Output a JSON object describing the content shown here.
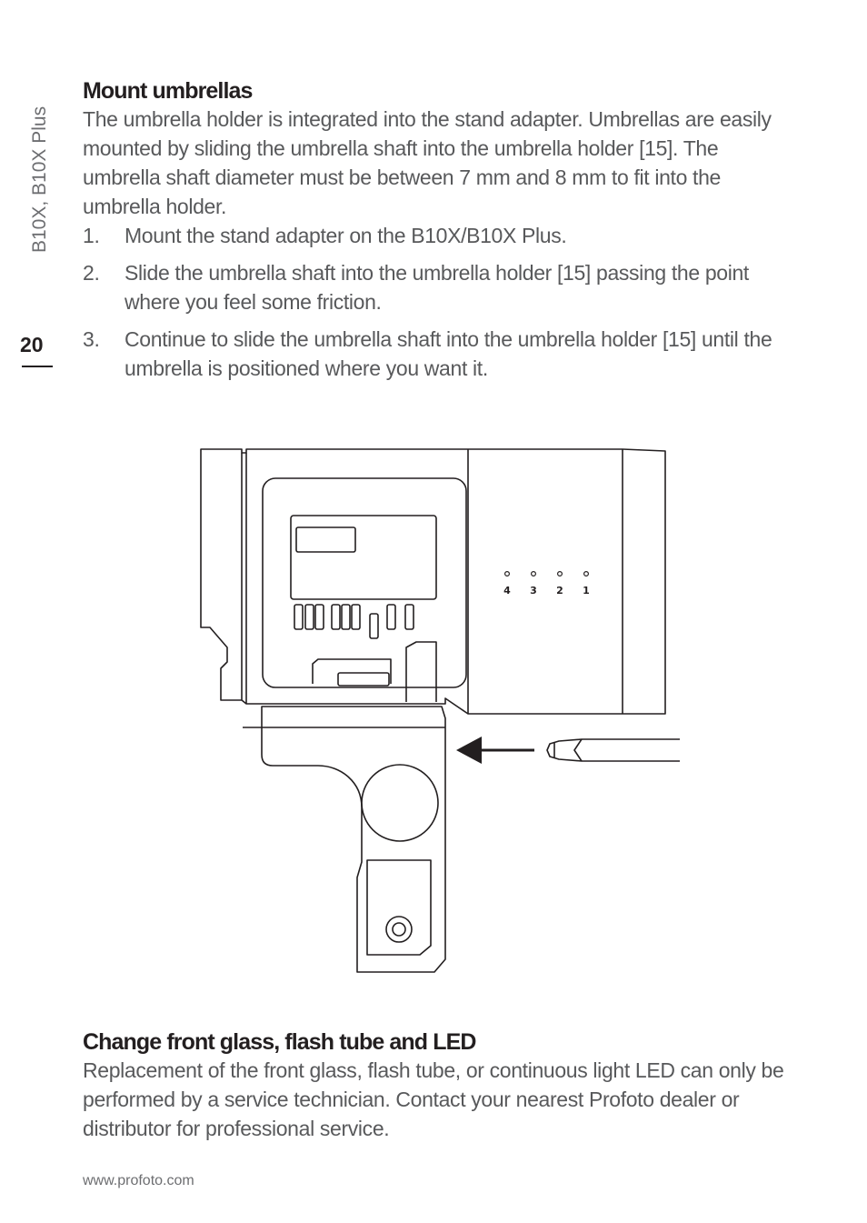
{
  "side_title": "B10X, B10X Plus",
  "page_number": "20",
  "section1": {
    "heading": "Mount umbrellas",
    "paragraph": "The umbrella holder is integrated into the stand adapter. Umbrellas are easily mounted by sliding the umbrella shaft into the umbrella holder [15]. The umbrella shaft diameter must be between 7 mm and 8 mm to fit into the umbrella holder.",
    "steps": [
      {
        "num": "1.",
        "text": "Mount the stand adapter on the B10X/B10X Plus."
      },
      {
        "num": "2.",
        "text": "Slide the umbrella shaft into the umbrella holder [15] passing the point where you feel some friction."
      },
      {
        "num": "3.",
        "text": "Continue to slide the umbrella shaft into the umbrella holder [15] until the umbrella is positioned where you want it."
      }
    ]
  },
  "illustration": {
    "channel_labels": [
      "4",
      "3",
      "2",
      "1"
    ]
  },
  "section2": {
    "heading": "Change front glass, flash tube and LED",
    "paragraph": "Replacement of the front glass, flash tube, or continuous light LED can only be performed by a service technician. Contact your nearest Profoto dealer or distributor for professional service."
  },
  "footer": {
    "url": "www.profoto.com"
  }
}
